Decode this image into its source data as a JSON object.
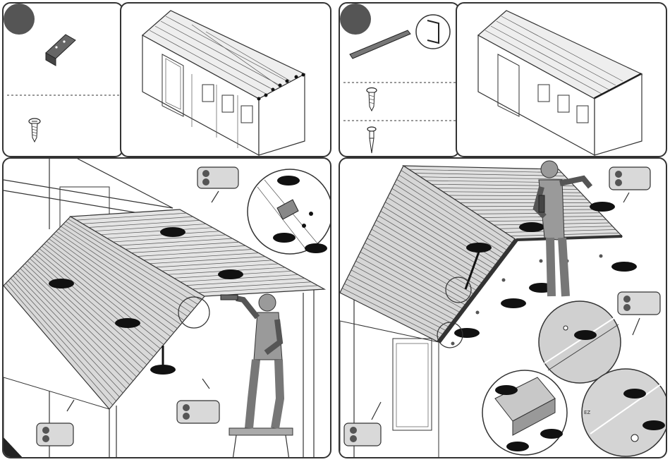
{
  "page": {
    "background": "#ffffff",
    "border_color": "#333333",
    "callout_fill": "#d9d9d9",
    "label_blot_color": "#111111"
  },
  "panels": [
    {
      "id": "A",
      "description_icons": [
        "corner-bracket-icon",
        "screw-icon"
      ]
    },
    {
      "id": "B",
      "description_icons": [
        "shed-roof-front-icon"
      ]
    },
    {
      "id": "C",
      "description_icons": [
        "ridge-cap-strip-icon",
        "screw-icon",
        "screw-washer-icon"
      ]
    },
    {
      "id": "D",
      "description_icons": [
        "shed-roof-ridge-icon"
      ]
    },
    {
      "id": "E",
      "description_icons": [
        "roof-panel-install-icon",
        "worker-drilling-icon"
      ]
    },
    {
      "id": "F",
      "description_icons": [
        "ridge-cap-install-icon",
        "worker-drilling-icon"
      ]
    }
  ],
  "labels": {
    "tiny_text": "EZ"
  }
}
